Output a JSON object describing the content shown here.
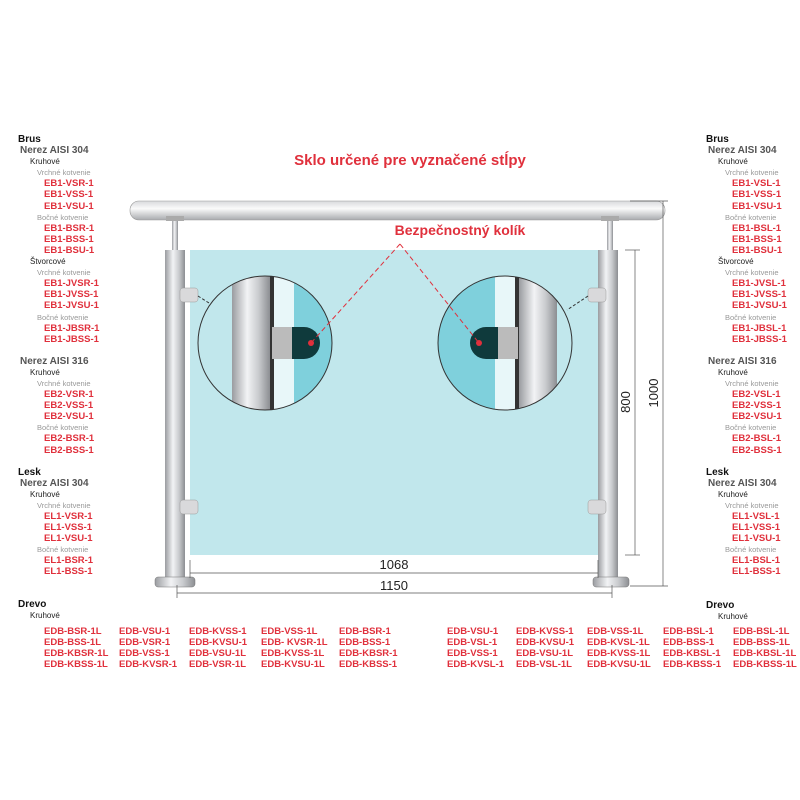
{
  "title": "Sklo určené pre vyznačené stĺpy",
  "callout": "Bezpečnostný kolík",
  "dimensions": {
    "glass_width": "1068",
    "total_width": "1150",
    "glass_height": "800",
    "total_height": "1000"
  },
  "left": {
    "brus": "Brus",
    "n304": "Nerez AISI 304",
    "kruhove": "Kruhové",
    "vrchne": "Vrchné kotvenie",
    "bocne": "Bočné kotvenie",
    "stvorcove": "Štvorcové",
    "n316": "Nerez AISI 316",
    "lesk": "Lesk",
    "b304_kr_v": [
      "EB1-VSR-1",
      "EB1-VSS-1",
      "EB1-VSU-1"
    ],
    "b304_kr_b": [
      "EB1-BSR-1",
      "EB1-BSS-1",
      "EB1-BSU-1"
    ],
    "b304_st_v": [
      "EB1-JVSR-1",
      "EB1-JVSS-1",
      "EB1-JVSU-1"
    ],
    "b304_st_b": [
      "EB1-JBSR-1",
      "EB1-JBSS-1"
    ],
    "b316_v": [
      "EB2-VSR-1",
      "EB2-VSS-1",
      "EB2-VSU-1"
    ],
    "b316_b": [
      "EB2-BSR-1",
      "EB2-BSS-1"
    ],
    "l304_v": [
      "EL1-VSR-1",
      "EL1-VSS-1",
      "EL1-VSU-1"
    ],
    "l304_b": [
      "EL1-BSR-1",
      "EL1-BSS-1"
    ]
  },
  "right": {
    "brus": "Brus",
    "n304": "Nerez AISI 304",
    "kruhove": "Kruhové",
    "vrchne": "Vrchné kotvenie",
    "bocne": "Bočné kotvenie",
    "stvorcove": "Štvorcové",
    "n316": "Nerez AISI 316",
    "lesk": "Lesk",
    "b304_kr_v": [
      "EB1-VSL-1",
      "EB1-VSS-1",
      "EB1-VSU-1"
    ],
    "b304_kr_b": [
      "EB1-BSL-1",
      "EB1-BSS-1",
      "EB1-BSU-1"
    ],
    "b304_st_v": [
      "EB1-JVSL-1",
      "EB1-JVSS-1",
      "EB1-JVSU-1"
    ],
    "b304_st_b": [
      "EB1-JBSL-1",
      "EB1-JBSS-1"
    ],
    "b316_v": [
      "EB2-VSL-1",
      "EB2-VSS-1",
      "EB2-VSU-1"
    ],
    "b316_b": [
      "EB2-BSL-1",
      "EB2-BSS-1"
    ],
    "l304_v": [
      "EL1-VSL-1",
      "EL1-VSS-1",
      "EL1-VSU-1"
    ],
    "l304_b": [
      "EL1-BSL-1",
      "EL1-BSS-1"
    ]
  },
  "drevo_left": {
    "title": "Drevo",
    "sub": "Kruhové",
    "cols": [
      [
        "EDB-BSR-1L",
        "EDB-BSS-1L",
        "EDB-KBSR-1L",
        "EDB-KBSS-1L"
      ],
      [
        "EDB-VSU-1",
        "EDB-VSR-1",
        "EDB-VSS-1",
        "EDB-KVSR-1"
      ],
      [
        "EDB-KVSS-1",
        "EDB-KVSU-1",
        "EDB-VSU-1L",
        "EDB-VSR-1L"
      ],
      [
        "EDB-VSS-1L",
        "EDB- KVSR-1L",
        "EDB-KVSS-1L",
        "EDB-KVSU-1L"
      ],
      [
        "EDB-BSR-1",
        "EDB-BSS-1",
        "EDB-KBSR-1",
        "EDB-KBSS-1"
      ]
    ]
  },
  "drevo_right": {
    "title": "Drevo",
    "sub": "Kruhové",
    "cols": [
      [
        "EDB-VSU-1",
        "EDB-VSL-1",
        "EDB-VSS-1",
        "EDB-KVSL-1"
      ],
      [
        "EDB-KVSS-1",
        "EDB-KVSU-1",
        "EDB-VSU-1L",
        "EDB-VSL-1L"
      ],
      [
        "EDB-VSS-1L",
        "EDB-KVSL-1L",
        "EDB-KVSS-1L",
        "EDB-KVSU-1L"
      ],
      [
        "EDB-BSL-1",
        "EDB-BSS-1",
        "EDB-KBSL-1",
        "EDB-KBSS-1"
      ],
      [
        "EDB-BSL-1L",
        "EDB-BSS-1L",
        "EDB-KBSL-1L",
        "EDB-KBSS-1L"
      ]
    ]
  },
  "colors": {
    "code": "#e0303c",
    "glass": "#c1e7ec"
  }
}
